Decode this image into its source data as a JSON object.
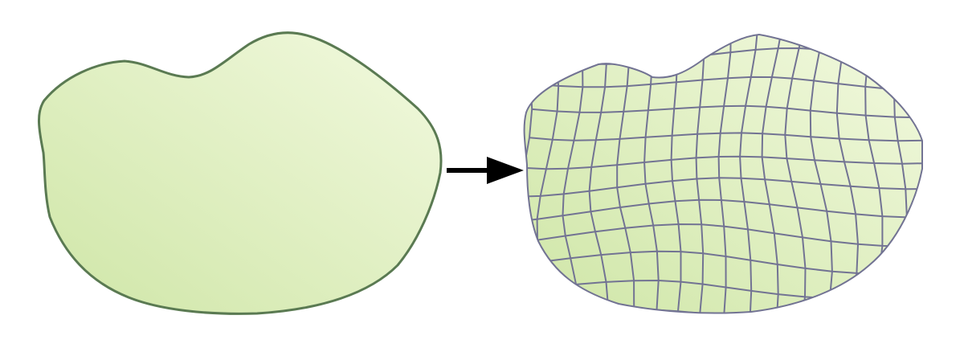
{
  "colors": {
    "background": "#ffffff",
    "fill_light": "#f2f9df",
    "fill_dark": "#cfe6a7",
    "outline": "#5a7a52",
    "mesh_line": "#727393",
    "arrow": "#000000"
  },
  "shapes": {
    "input_shape": {
      "name": "smooth-region",
      "description_visible": false
    },
    "output_shape": {
      "name": "quad-meshed-region",
      "element_type": "quadrilateral"
    }
  },
  "arrow": {
    "direction": "right"
  }
}
